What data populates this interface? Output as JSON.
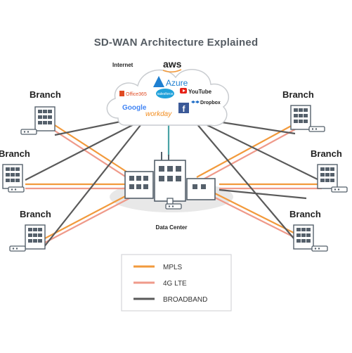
{
  "title": "SD-WAN Architecture Explained",
  "internet_label": "Internet",
  "datacenter_label": "Data Center",
  "branch_label": "Branch",
  "cloud_services": [
    {
      "name": "aws",
      "icon": "aws-logo",
      "color": "#222222"
    },
    {
      "name": "Azure",
      "icon": "azure-logo",
      "color": "#1e7fd1"
    },
    {
      "name": "Office365",
      "icon": "office365-logo",
      "color": "#e04a22"
    },
    {
      "name": "salesforce",
      "icon": "salesforce-logo",
      "color": "#1fa1da"
    },
    {
      "name": "YouTube",
      "icon": "youtube-logo",
      "color": "#e62117"
    },
    {
      "name": "Google",
      "icon": "google-logo",
      "color": "#4285f4"
    },
    {
      "name": "workday",
      "icon": "workday-logo",
      "color": "#f28c1d"
    },
    {
      "name": "facebook",
      "icon": "facebook-logo",
      "color": "#3b5998"
    },
    {
      "name": "Dropbox",
      "icon": "dropbox-logo",
      "color": "#1f6ec7"
    }
  ],
  "legend": [
    {
      "label": "MPLS",
      "color": "#f29a3c"
    },
    {
      "label": "4G LTE",
      "color": "#ef9a8a"
    },
    {
      "label": "BROADBAND",
      "color": "#5a5a5a"
    }
  ],
  "colors": {
    "mpls": "#f29a3c",
    "lte": "#ef9a8a",
    "broadband": "#5a5a5a",
    "cloud_link": "#4aa3a6",
    "building": "#55606b"
  }
}
